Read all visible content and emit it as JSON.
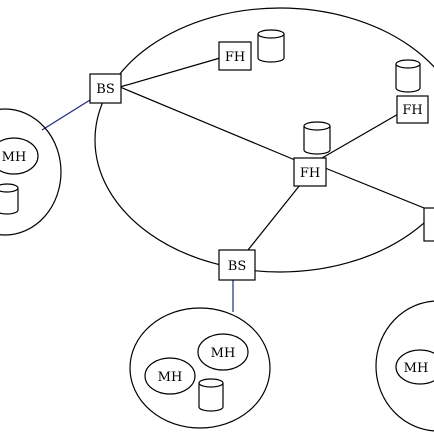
{
  "labels": {
    "bs": "BS",
    "fh": "FH",
    "mh": "MH"
  },
  "colors": {
    "line": "#000000",
    "access_link": "#1f2a7a",
    "background": "#ffffff"
  }
}
